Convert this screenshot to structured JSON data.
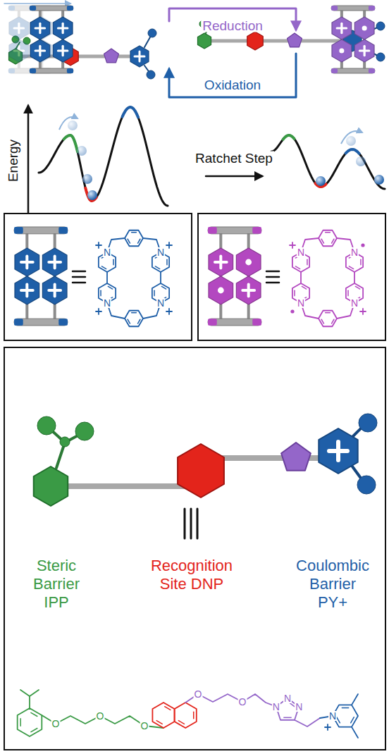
{
  "diagram": {
    "nodes": [
      {
        "text": [
          "N",
          "N",
          "N",
          "N"
        ]
      },
      {
        "text": [
          "N",
          "N",
          "N",
          "N"
        ]
      },
      {
        "text": [
          "Steric Barrier IPP",
          "Recognition Site DNP",
          "Coulombic Barrier PY+",
          "O",
          "O",
          "O",
          "O",
          "O",
          "N",
          "N",
          "N",
          "N"
        ]
      }
    ],
    "labels": [
      "Reduction",
      "Oxidation",
      "Energy",
      "Ratchet Step"
    ]
  }
}
